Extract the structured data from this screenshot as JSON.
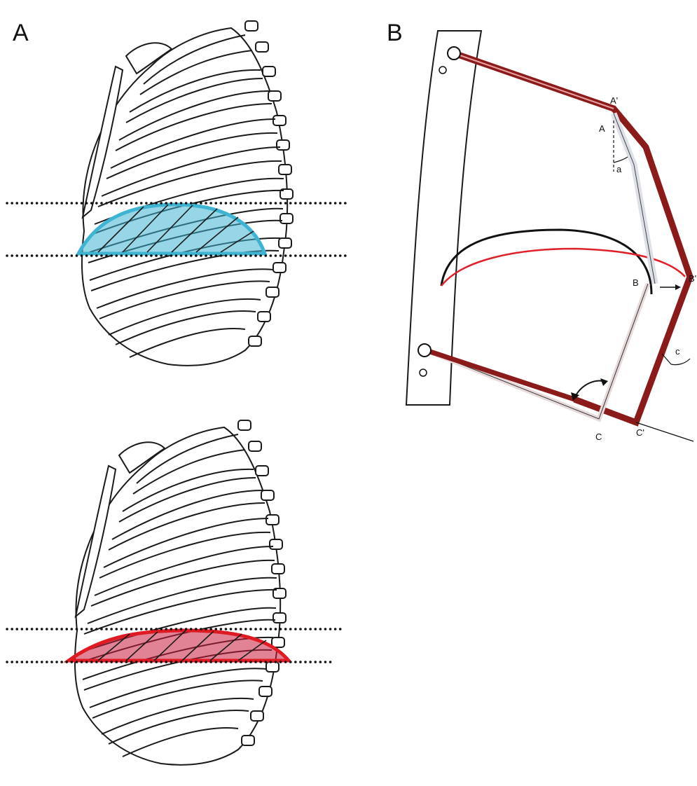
{
  "panel_a": {
    "letter": "A"
  },
  "panel_b": {
    "letter": "B",
    "points": {
      "a_prime": "A'",
      "a": "A",
      "angle_a": "a",
      "b": "B",
      "b_prime": "B'",
      "c": "C",
      "c_prime": "C'",
      "angle_c": "c"
    }
  },
  "colors": {
    "expiration_diaphragm": "#3fb4d2",
    "inspiration_diaphragm": "#c81e3c",
    "rib_lever": "#8b1a1a",
    "bone_outline": "#1a1a1a"
  }
}
